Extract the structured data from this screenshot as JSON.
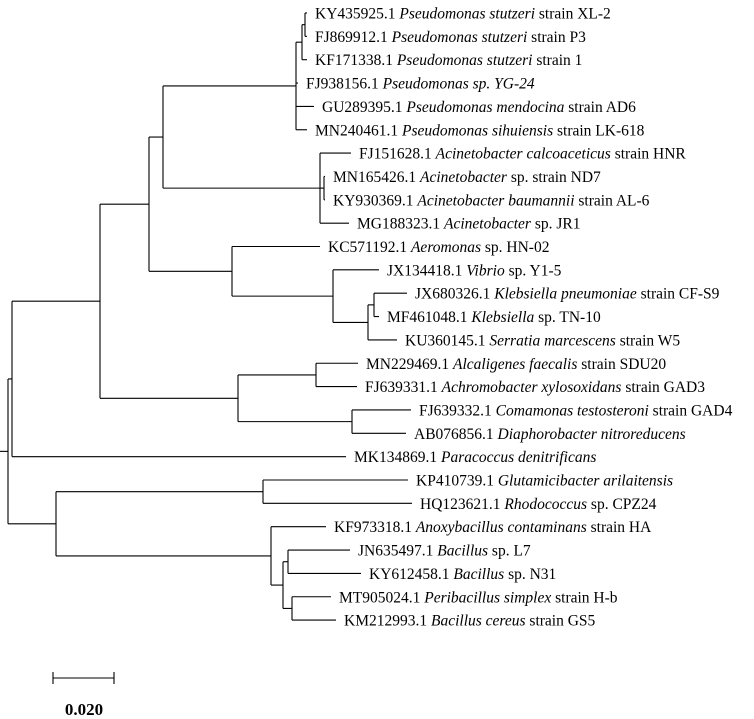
{
  "tree": {
    "taxa": [
      {
        "id": "t1",
        "accession": "KY435925.1",
        "species": "Pseudomonas stutzeri",
        "suffix": "strain XL-2"
      },
      {
        "id": "t2",
        "accession": "FJ869912.1",
        "species": "Pseudomonas stutzeri",
        "suffix": "strain P3"
      },
      {
        "id": "t3",
        "accession": "KF171338.1",
        "species": "Pseudomonas stutzeri",
        "suffix": "strain 1"
      },
      {
        "id": "t4",
        "accession": "FJ938156.1",
        "species": "Pseudomonas sp. YG-24",
        "suffix": ""
      },
      {
        "id": "t5",
        "accession": "GU289395.1",
        "species": "Pseudomonas mendocina",
        "suffix": "strain AD6"
      },
      {
        "id": "t6",
        "accession": "MN240461.1",
        "species": "Pseudomonas sihuiensis",
        "suffix": "strain LK-618"
      },
      {
        "id": "t7",
        "accession": "FJ151628.1",
        "species": "Acinetobacter calcoaceticus",
        "suffix": "strain HNR"
      },
      {
        "id": "t8",
        "accession": "MN165426.1",
        "species": "Acinetobacter",
        "suffix": "sp. strain ND7"
      },
      {
        "id": "t9",
        "accession": "KY930369.1",
        "species": "Acinetobacter baumannii",
        "suffix": "strain AL-6"
      },
      {
        "id": "t10",
        "accession": "MG188323.1",
        "species": "Acinetobacter",
        "suffix": "sp. JR1"
      },
      {
        "id": "t11",
        "accession": "KC571192.1",
        "species": "Aeromonas",
        "suffix": "sp. HN-02"
      },
      {
        "id": "t12",
        "accession": "JX134418.1",
        "species": "Vibrio",
        "suffix": "sp. Y1-5"
      },
      {
        "id": "t13",
        "accession": "JX680326.1",
        "species": "Klebsiella pneumoniae",
        "suffix": "strain CF-S9"
      },
      {
        "id": "t14",
        "accession": "MF461048.1",
        "species": "Klebsiella",
        "suffix": "sp. TN-10"
      },
      {
        "id": "t15",
        "accession": "KU360145.1",
        "species": "Serratia marcescens",
        "suffix": "strain W5"
      },
      {
        "id": "t16",
        "accession": "MN229469.1",
        "species": "Alcaligenes faecalis",
        "suffix": "strain SDU20"
      },
      {
        "id": "t17",
        "accession": "FJ639331.1",
        "species": "Achromobacter xylosoxidans",
        "suffix": "strain GAD3"
      },
      {
        "id": "t18",
        "accession": "FJ639332.1",
        "species": "Comamonas testosteroni",
        "suffix": "strain GAD4"
      },
      {
        "id": "t19",
        "accession": "AB076856.1",
        "species": "Diaphorobacter nitroreducens",
        "suffix": ""
      },
      {
        "id": "t20",
        "accession": "MK134869.1",
        "species": "Paracoccus denitrificans",
        "suffix": ""
      },
      {
        "id": "t21",
        "accession": "KP410739.1",
        "species": "Glutamicibacter arilaitensis",
        "suffix": ""
      },
      {
        "id": "t22",
        "accession": "HQ123621.1",
        "species": "Rhodococcus",
        "suffix": "sp. CPZ24"
      },
      {
        "id": "t23",
        "accession": "KF973318.1",
        "species": "Anoxybacillus contaminans",
        "suffix": "strain HA"
      },
      {
        "id": "t24",
        "accession": "JN635497.1",
        "species": "Bacillus",
        "suffix": "sp. L7"
      },
      {
        "id": "t25",
        "accession": "KY612458.1",
        "species": "Bacillus",
        "suffix": "sp. N31"
      },
      {
        "id": "t26",
        "accession": "MT905024.1",
        "species": "Peribacillus simplex",
        "suffix": "strain H-b"
      },
      {
        "id": "t27",
        "accession": "KM212993.1",
        "species": "Bacillus cereus",
        "suffix": "strain GS5"
      }
    ]
  },
  "scale": {
    "label": "0.020",
    "value": 0.02
  }
}
